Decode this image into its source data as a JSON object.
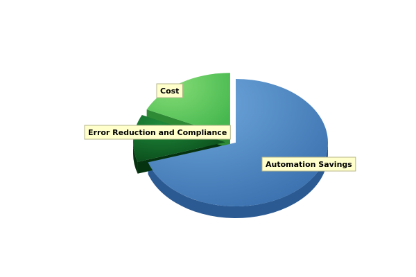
{
  "chart_data": {
    "type": "pie",
    "three_d": true,
    "slices": [
      {
        "label": "Automation Savings",
        "value": 70,
        "color_top": "#6fa8dc",
        "color_deep": "#3d73b0",
        "color_side": "#2b5a93"
      },
      {
        "label": "Error Reduction and Compliance",
        "value": 12,
        "color_top": "#1f8a3a",
        "color_deep": "#0b4d1c",
        "color_side": "#06330f"
      },
      {
        "label": "Cost",
        "value": 18,
        "color_top": "#86dc76",
        "color_deep": "#45b74e",
        "color_side": "#2f8a35"
      }
    ],
    "legend": "none",
    "data_labels": "callout-boxes"
  }
}
